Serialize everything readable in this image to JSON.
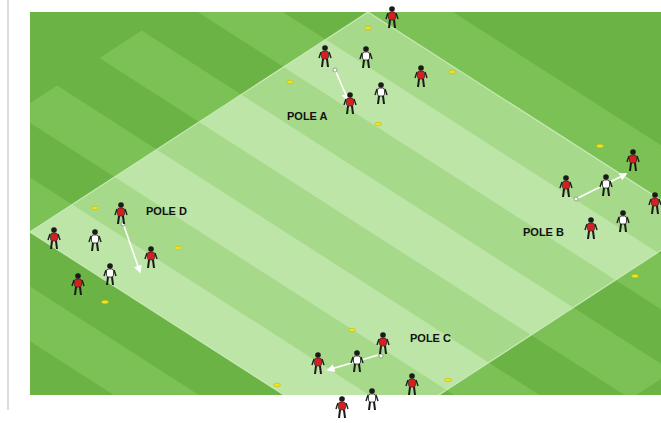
{
  "diagram": {
    "labels": [
      "POLE A",
      "POLE B",
      "POLE C",
      "POLE D"
    ]
  }
}
